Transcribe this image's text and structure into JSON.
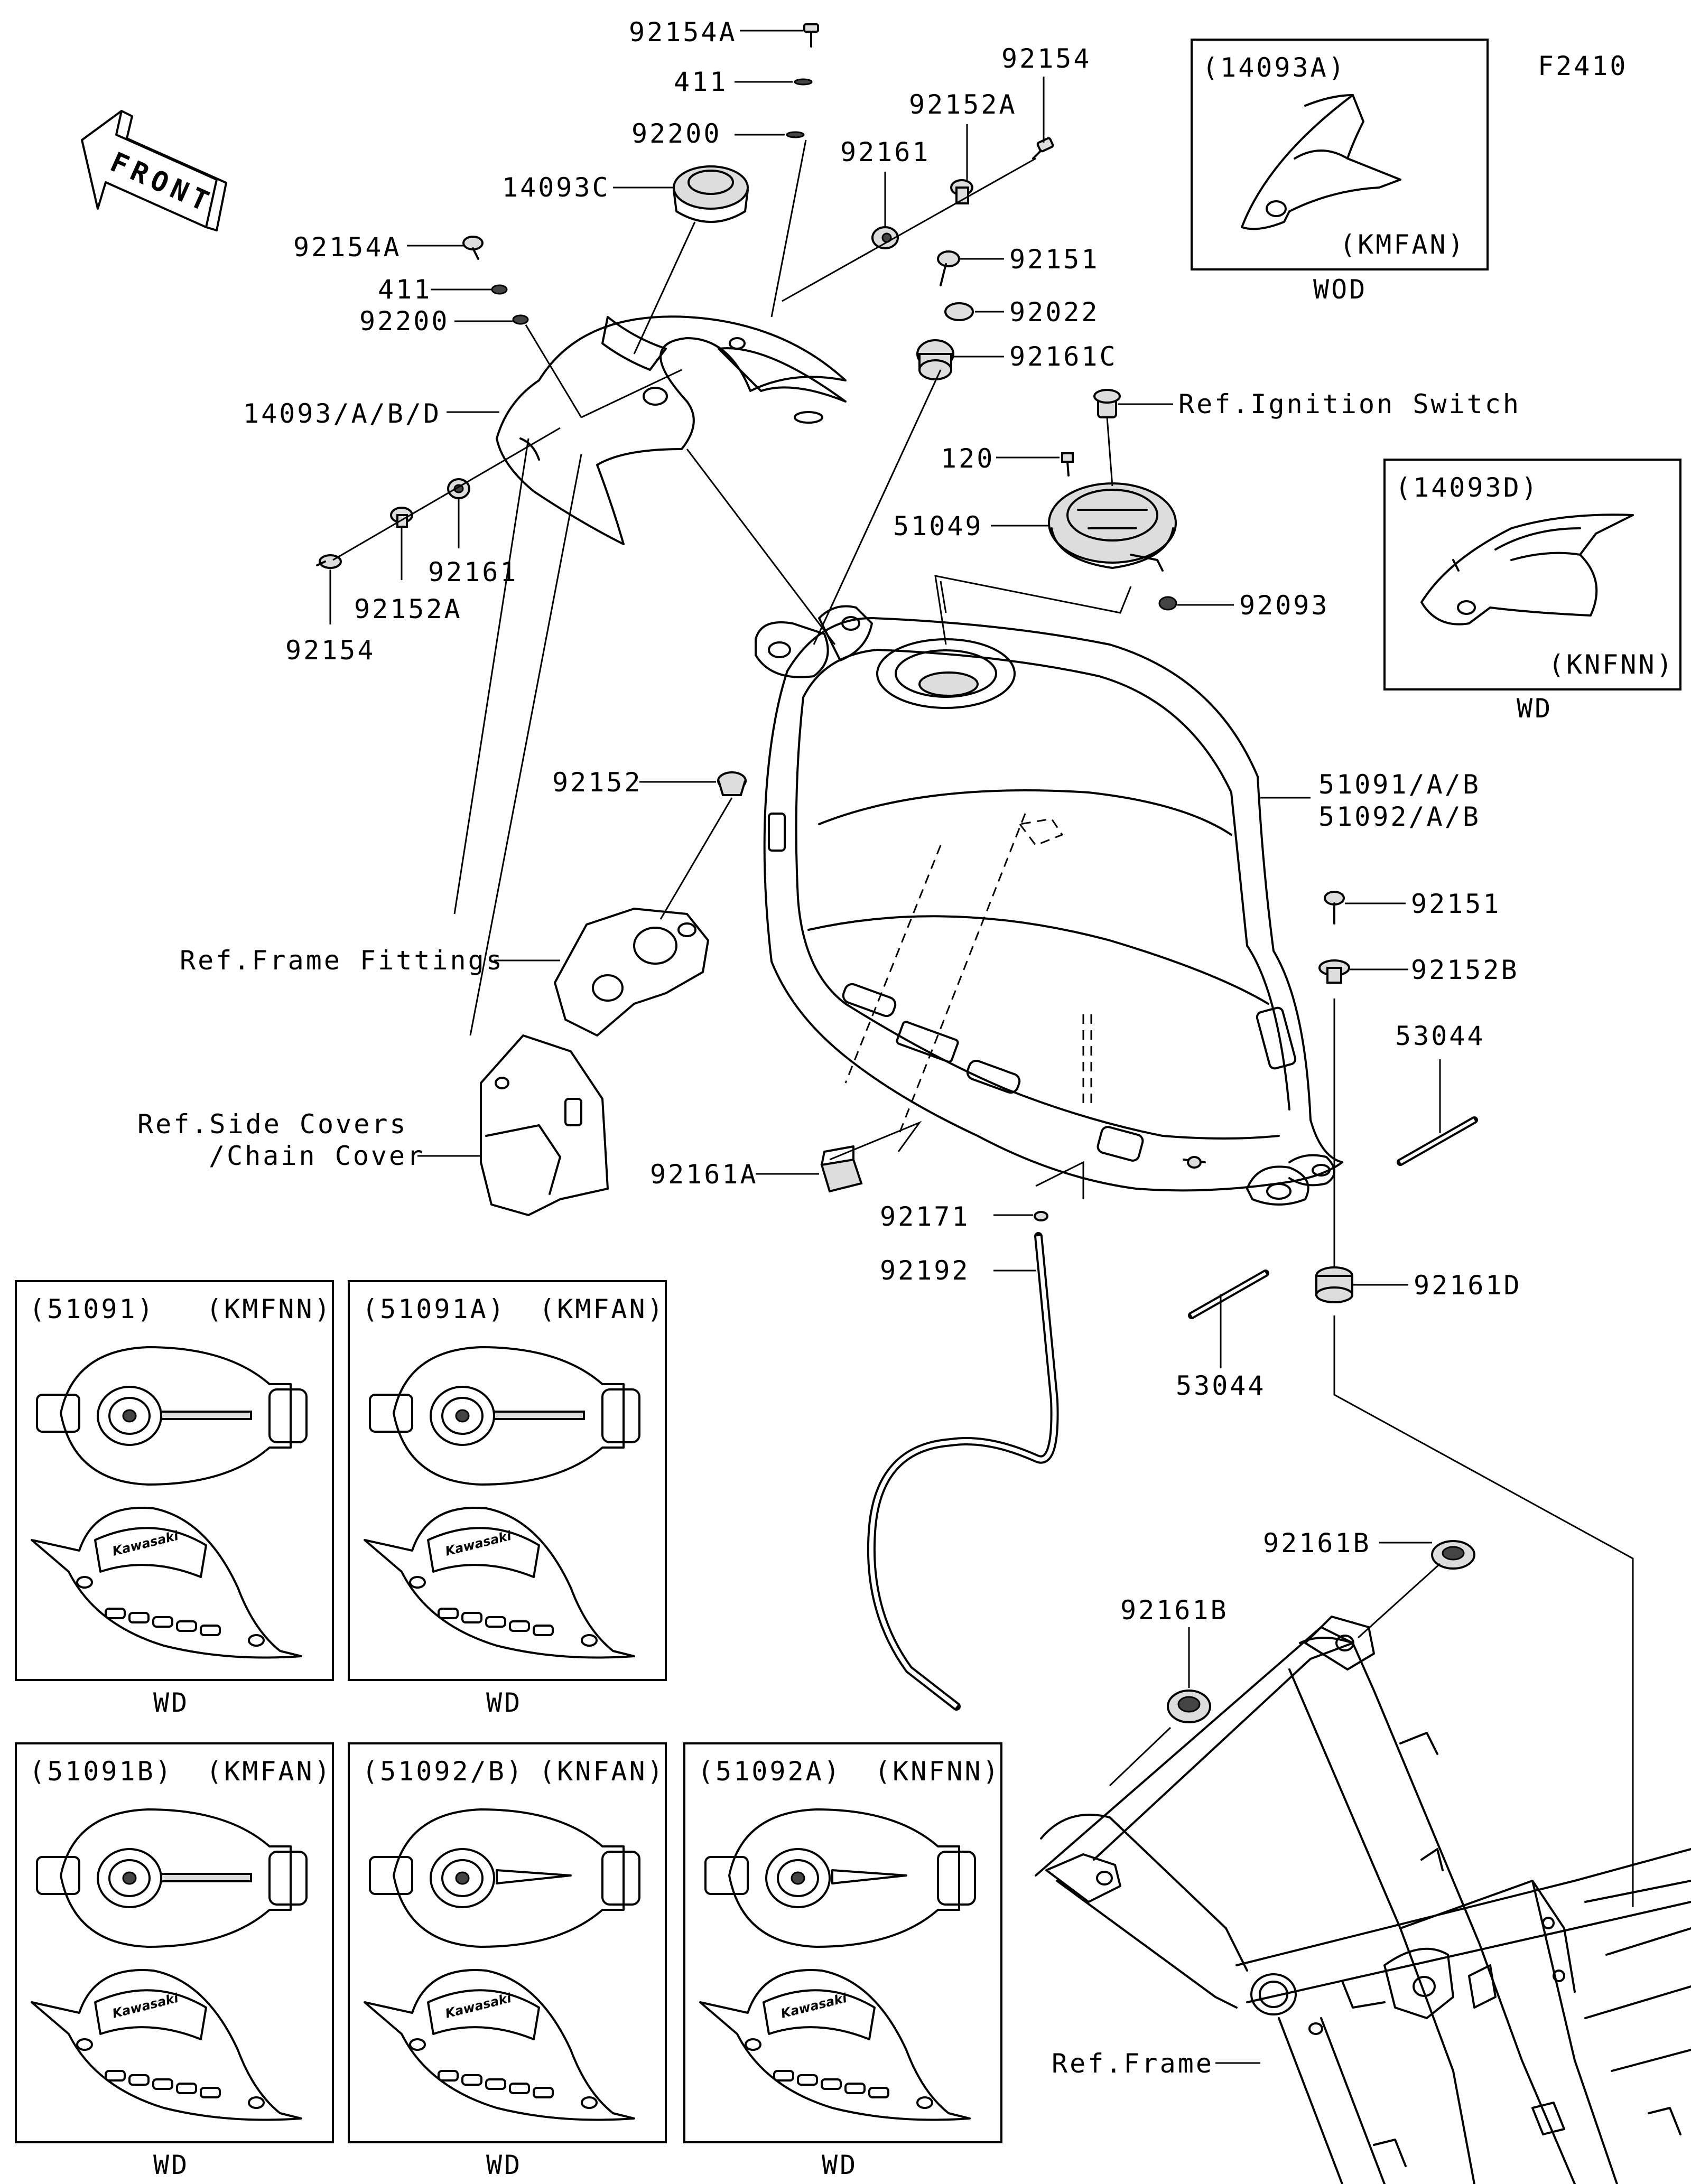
{
  "figure_code": "F2410",
  "front_label": "FRONT",
  "callouts": {
    "c_92154A_top": "92154A",
    "c_411_top": "411",
    "c_92200_top": "92200",
    "c_14093C": "14093C",
    "c_92154_top": "92154",
    "c_92152A_top": "92152A",
    "c_92161_top": "92161",
    "c_92154A_left": "92154A",
    "c_411_left": "411",
    "c_92200_left": "92200",
    "c_14093ABD": "14093/A/B/D",
    "c_92161_left": "92161",
    "c_92152A_left": "92152A",
    "c_92154_left": "92154",
    "c_92151_top": "92151",
    "c_92022": "92022",
    "c_92161C": "92161C",
    "c_ref_ignition": "Ref.Ignition Switch",
    "c_120": "120",
    "c_51049": "51049",
    "c_92093": "92093",
    "c_92152": "92152",
    "c_51091": "51091/A/B",
    "c_51092": "51092/A/B",
    "c_92151_right": "92151",
    "c_92152B": "92152B",
    "c_53044_right": "53044",
    "c_ref_frame_fittings": "Ref.Frame Fittings",
    "c_ref_side_covers_1": "Ref.Side Covers",
    "c_ref_side_covers_2": "/Chain Cover",
    "c_92161A": "92161A",
    "c_92171": "92171",
    "c_92192": "92192",
    "c_92161D": "92161D",
    "c_53044_bottom": "53044",
    "c_92161B_right": "92161B",
    "c_92161B_left": "92161B",
    "c_ref_frame": "Ref.Frame"
  },
  "insets": [
    {
      "part": "(14093A)",
      "color": "(KMFAN)",
      "caption": "WOD"
    },
    {
      "part": "(14093D)",
      "color": "(KNFNN)",
      "caption": "WD"
    },
    {
      "part": "(51091)",
      "color": "(KMFNN)",
      "caption": "WD"
    },
    {
      "part": "(51091A)",
      "color": "(KMFAN)",
      "caption": "WD"
    },
    {
      "part": "(51091B)",
      "color": "(KMFAN)",
      "caption": "WD"
    },
    {
      "part": "(51092/B)",
      "color": "(KNFAN)",
      "caption": "WD"
    },
    {
      "part": "(51092A)",
      "color": "(KNFNN)",
      "caption": "WD"
    }
  ],
  "badge_text": "Kawasaki"
}
